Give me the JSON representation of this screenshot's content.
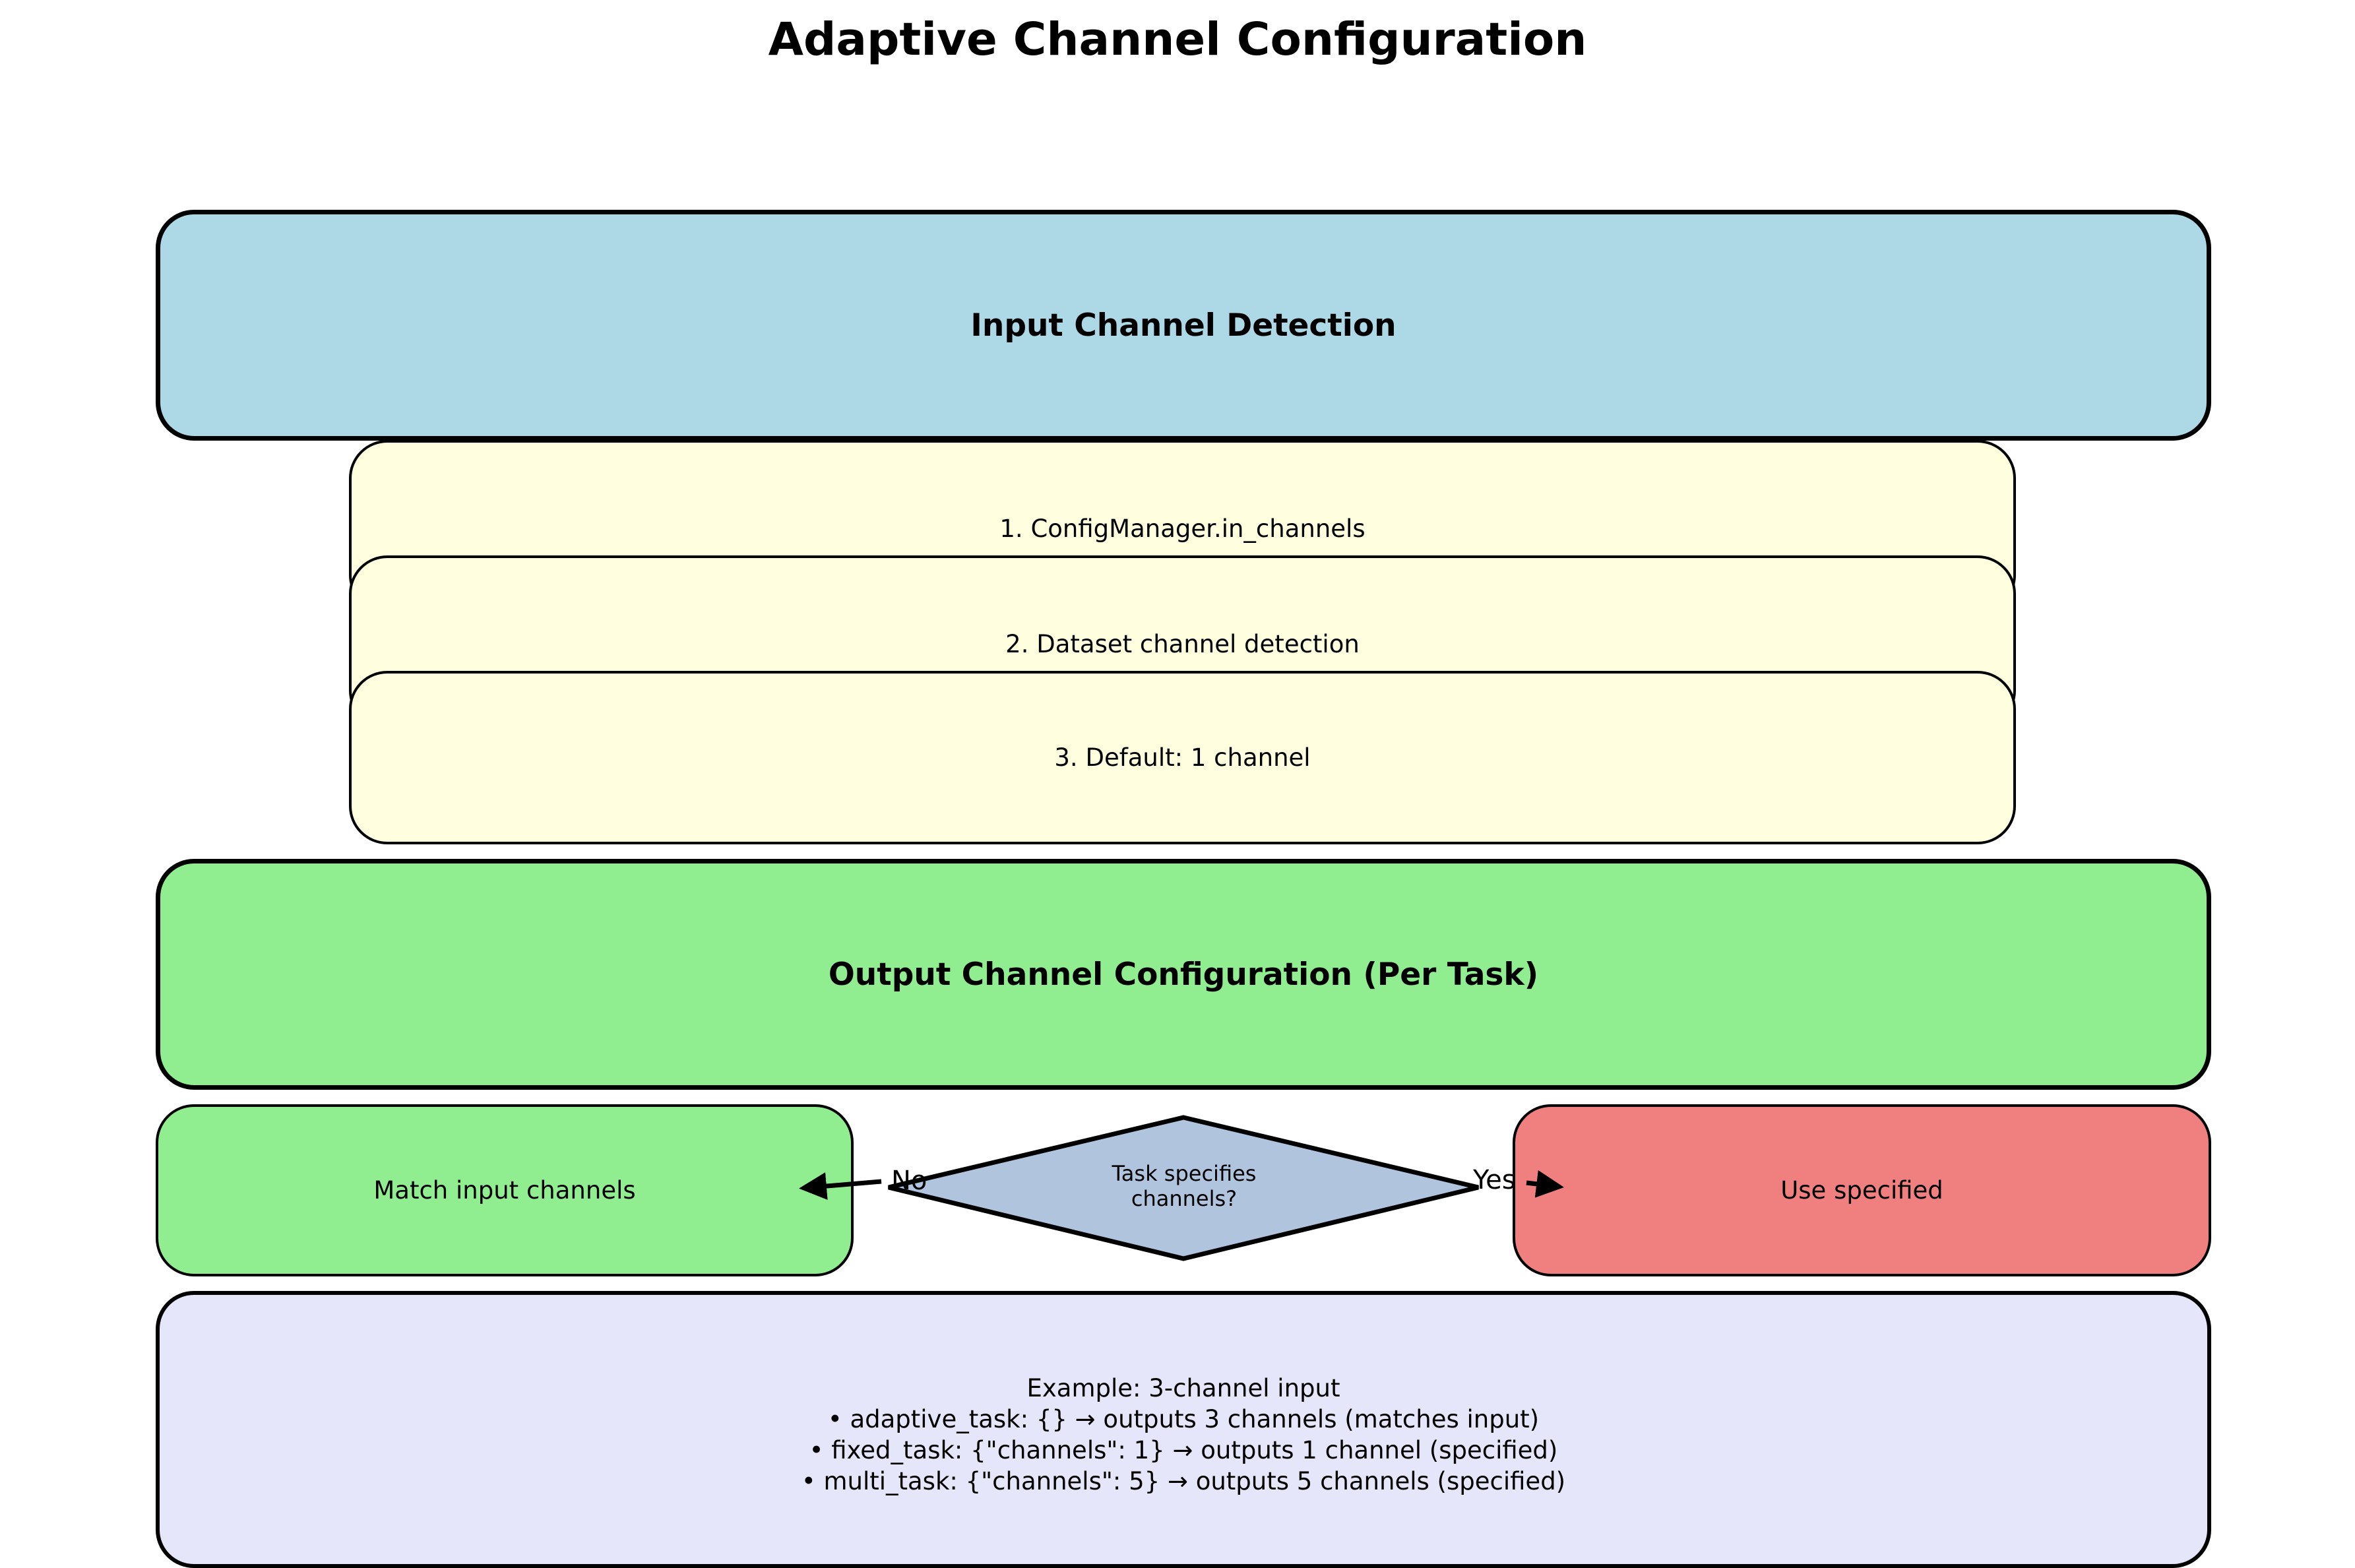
{
  "title": "Adaptive Channel Configuration",
  "input_section": {
    "header": "Input Channel Detection",
    "steps": [
      "1. ConfigManager.in_channels",
      "2. Dataset channel detection",
      "3. Default: 1 channel"
    ]
  },
  "output_section": {
    "header": "Output Channel Configuration (Per Task)",
    "decision": "Task specifies\nchannels?",
    "no_label": "No",
    "yes_label": "Yes",
    "no_branch": "Match input channels",
    "yes_branch": "Use specified"
  },
  "example": {
    "lines": [
      "Example: 3-channel input",
      "• adaptive_task: {} → outputs 3 channels (matches input)",
      "• fixed_task: {\"channels\": 1} → outputs 1 channel (specified)",
      "• multi_task: {\"channels\": 5} → outputs 5 channels (specified)"
    ]
  },
  "colors": {
    "input_header": "#add8e6",
    "steps": "#ffffe0",
    "output_header": "#90ee90",
    "no_branch": "#90ee90",
    "yes_branch": "#f08080",
    "decision": "#b0c4de",
    "example": "#e6e6fa"
  }
}
